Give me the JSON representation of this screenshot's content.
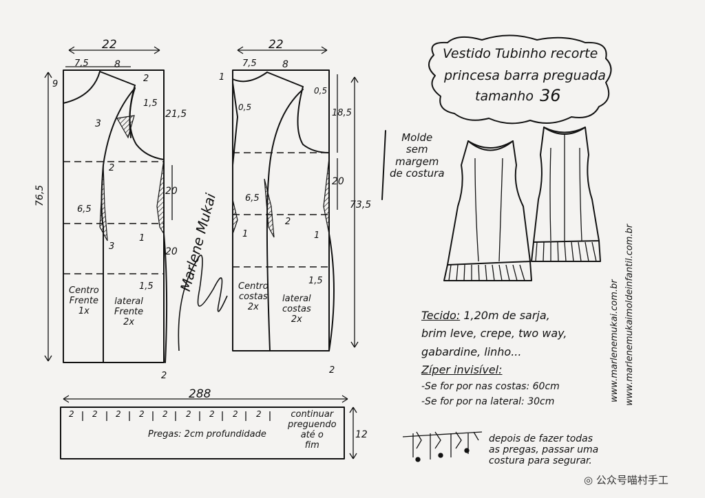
{
  "title": {
    "line1": "Vestido Tubinho recorte",
    "line2": "princesa barra preguada",
    "line3": "tamanho",
    "size": "36"
  },
  "note_box": [
    "Molde",
    "sem",
    "margem",
    "de costura"
  ],
  "front_pattern": {
    "width": "22",
    "seg_a": "7,5",
    "seg_b": "8",
    "shoulder_drop": "2",
    "neck_depth": "9",
    "armhole": "21,5",
    "dart_top": "1,5",
    "dart_width": "3",
    "dart_depth": "2",
    "waist_a": "20",
    "waist_b": "20",
    "hip_width": "6,5",
    "dart_bottom": "3",
    "side_bottom": "1",
    "hem_side": "1,5",
    "hem_drop": "2",
    "total_height": "76,5",
    "center_label": [
      "Centro",
      "Frente",
      "1x"
    ],
    "side_label": [
      "lateral",
      "Frente",
      "2x"
    ]
  },
  "back_pattern": {
    "width": "22",
    "seg_a": "7,5",
    "seg_b": "8",
    "neck": "1",
    "neck_small": "0,5",
    "shoulder": "0,5",
    "armhole": "18,5",
    "waist": "20",
    "hip_width": "6,5",
    "dart_a": "1",
    "dart_b": "2",
    "dart_c": "1",
    "hem_side": "1,5",
    "hem_drop": "2",
    "total_height": "73,5",
    "center_label": [
      "Centro",
      "costas",
      "2x"
    ],
    "side_label": [
      "lateral",
      "costas",
      "2x"
    ]
  },
  "pleat_strip": {
    "total": "288",
    "pleat_marks": [
      "2",
      "2",
      "2",
      "2",
      "2",
      "2",
      "2",
      "2",
      "2"
    ],
    "height": "12",
    "note": "Pregas: 2cm profundidade",
    "continue_note": [
      "continuar",
      "preguendo",
      "até o",
      "fim"
    ]
  },
  "fabric": {
    "label": "Tecido:",
    "lines": [
      "1,20m de sarja,",
      "brim leve, crepe, two way,",
      "gabardine, linho..."
    ],
    "zipper_label": "Zíper invisível:",
    "zipper_lines": [
      "-Se for por nas costas: 60cm",
      "-Se for por na lateral: 30cm"
    ]
  },
  "pleat_note": [
    "depois de fazer todas",
    "as pregas, passar uma",
    "costura para segurar."
  ],
  "side_urls": [
    "www.marlenemukai.com.br",
    "www.marlenemukaimoldeinfantil.com.br"
  ],
  "signature": "Marlene Mukai",
  "watermark": "公众号喵村手工"
}
